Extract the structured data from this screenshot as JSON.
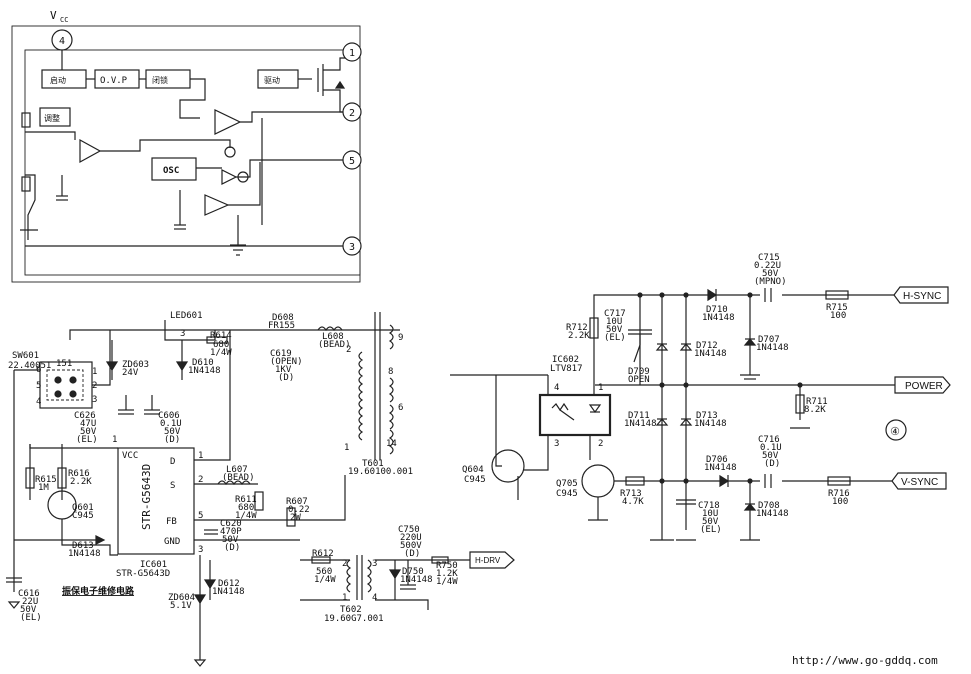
{
  "block": {
    "vcc": "V",
    "vcc_sub": "CC",
    "blocks": [
      "启动",
      "O.V.P",
      "闭锁",
      "驱动",
      "调整",
      "OSC"
    ],
    "pins": [
      "4",
      "1",
      "2",
      "5",
      "3"
    ]
  },
  "power": {
    "labels": [
      "SW601",
      "22.40051",
      "151",
      "LED601",
      "ZD603",
      "24V",
      "R614",
      "680",
      "1/4W",
      "D610",
      "1N4148",
      "D608",
      "FR155",
      "C619",
      "(OPEN)",
      "1KV",
      "(D)",
      "L608",
      "(BEAD)",
      "C626",
      "47U",
      "50V",
      "(EL)",
      "C606",
      "0.1U",
      "50V",
      "(D)",
      "R615",
      "1M",
      "R616",
      "2.2K",
      "Q601",
      "C945",
      "D613",
      "1N4148",
      "VCC",
      "D",
      "S",
      "FB",
      "GND",
      "STR-G5643D",
      "IC601",
      "STR-G5643D",
      "L607",
      "(BEAD)",
      "R611",
      "680",
      "1/4W",
      "R607",
      "0.22",
      "2W",
      "C620",
      "470P",
      "50V",
      "(D)",
      "ZD604",
      "5.1V",
      "D612",
      "1N4148",
      "C616",
      "22U",
      "50V",
      "(EL)",
      "R612",
      "560",
      "1/4W",
      "T602",
      "19.60G7.001",
      "C750",
      "220U",
      "500V",
      "(D)",
      "D750",
      "1N4148",
      "R750",
      "1.2K",
      "1/4W",
      "T601",
      "19.60100.001",
      "6",
      "5",
      "4",
      "1",
      "2",
      "3",
      "1",
      "2",
      "3",
      "2",
      "9",
      "8",
      "6",
      "14",
      "1",
      "2",
      "1",
      "3",
      "4",
      "3"
    ],
    "note": "振保电子维修电路",
    "h_drv": "H-DRV"
  },
  "sync": {
    "labels": [
      "C715",
      "0.22U",
      "50V",
      "(MPNO)",
      "R715",
      "100",
      "D710",
      "1N4148",
      "D707",
      "1N4148",
      "R712",
      "2.2K",
      "C717",
      "10U",
      "50V",
      "(EL)",
      "IC602",
      "LTV817",
      "D709",
      "OPEN",
      "D712",
      "1N4148",
      "D711",
      "1N4148",
      "D713",
      "1N4148",
      "R711",
      "8.2K",
      "C716",
      "0.1U",
      "50V",
      "(D)",
      "D706",
      "1N4148",
      "R716",
      "100",
      "D708",
      "1N4148",
      "Q604",
      "C945",
      "Q705",
      "C945",
      "R713",
      "4.7K",
      "C718",
      "10U",
      "50V",
      "(EL)",
      "4",
      "1",
      "3",
      "2"
    ],
    "ports": [
      "H-SYNC",
      "POWER",
      "V-SYNC"
    ],
    "circled": "④"
  },
  "footer": {
    "url": "http://www.go-gddq.com"
  }
}
